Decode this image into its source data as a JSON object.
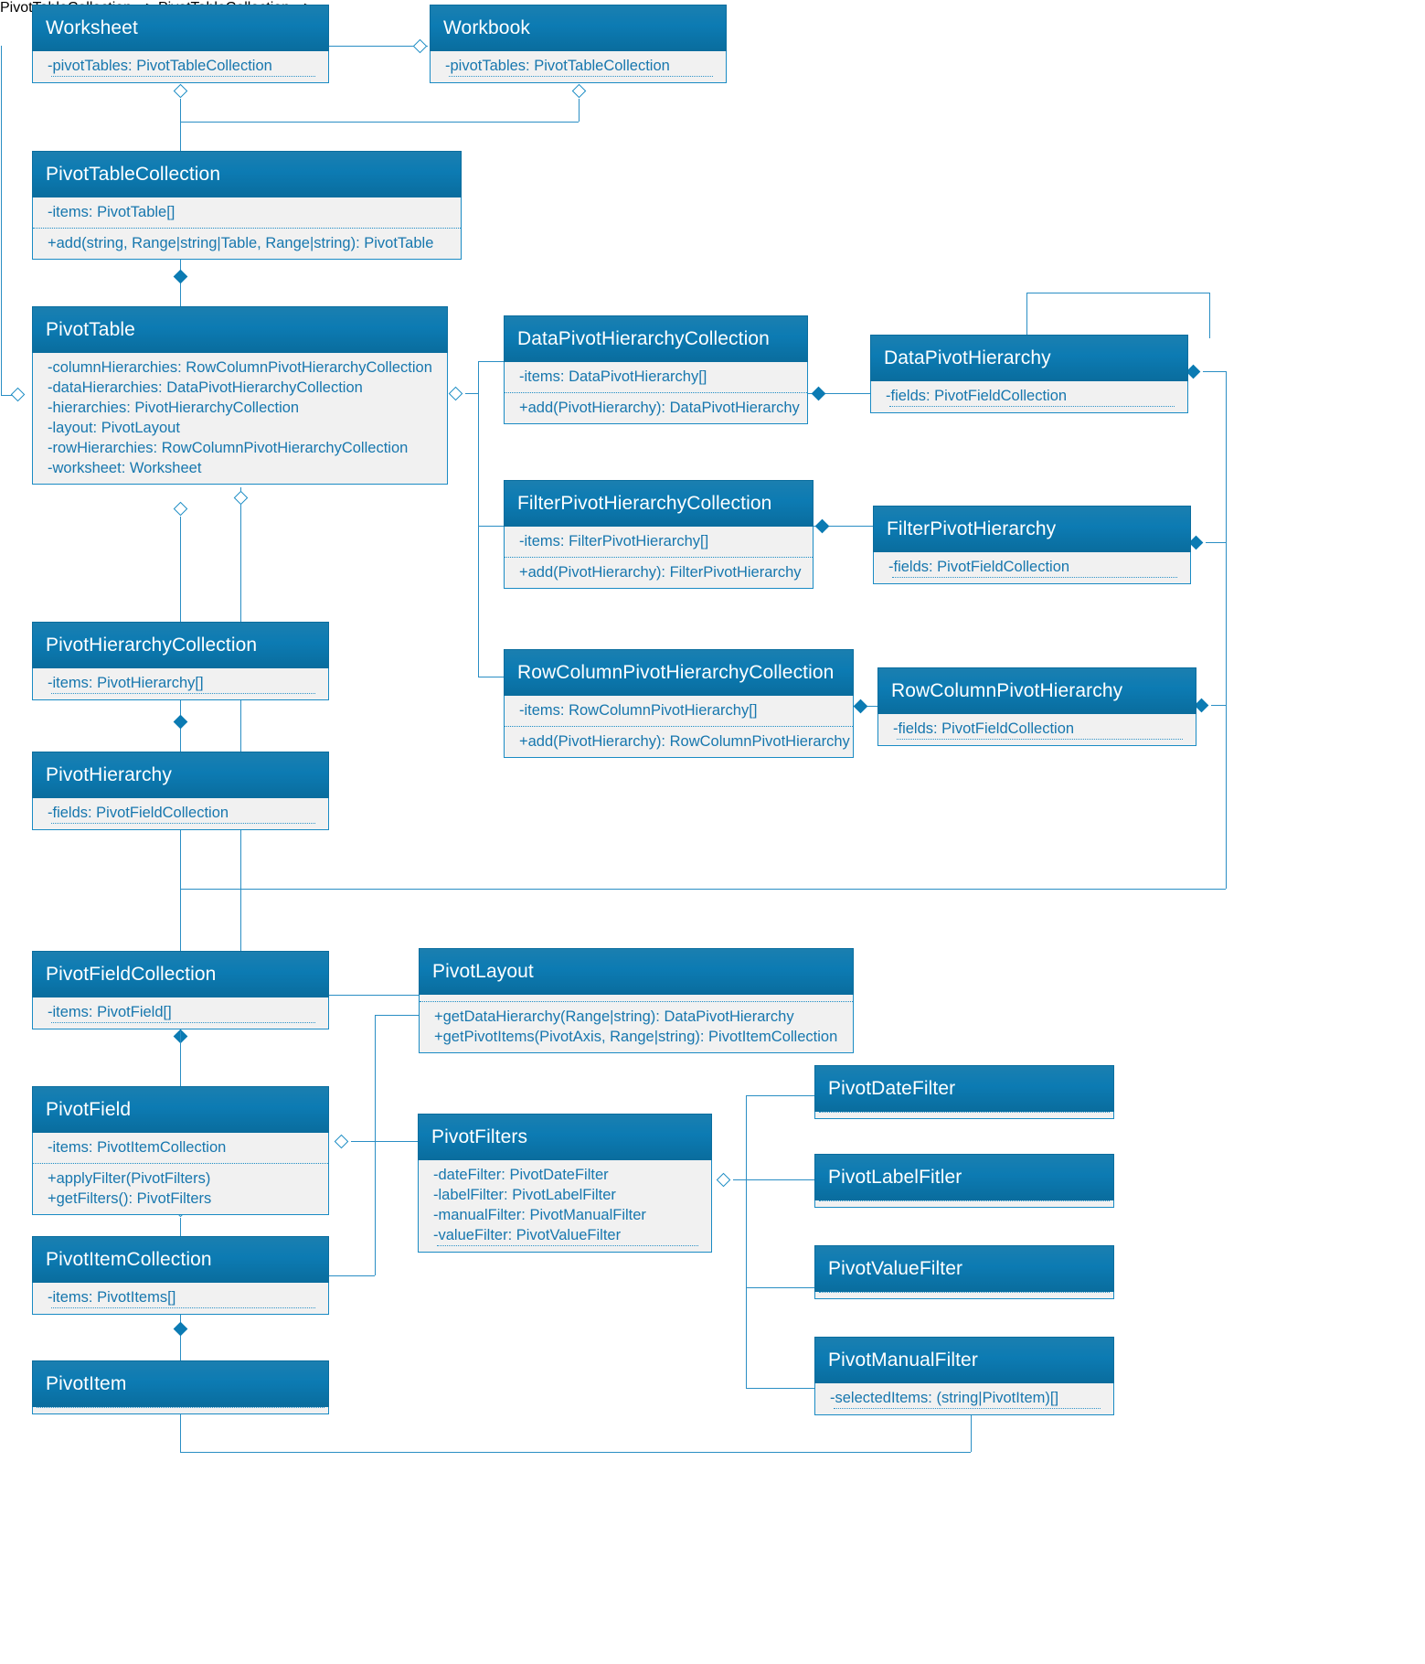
{
  "diagram": {
    "title": "Excel PivotTable API UML class diagram",
    "accent": "#0c7bb3",
    "member_color": "#1777ae",
    "body_color": "#f1f1f1"
  },
  "classes": {
    "worksheet": {
      "name": "Worksheet",
      "attributes": [
        "-pivotTables: PivotTableCollection"
      ],
      "methods": []
    },
    "workbook": {
      "name": "Workbook",
      "attributes": [
        "-pivotTables: PivotTableCollection"
      ],
      "methods": []
    },
    "pivotTableCollection": {
      "name": "PivotTableCollection",
      "attributes": [
        "-items: PivotTable[]"
      ],
      "methods": [
        "+add(string, Range|string|Table, Range|string): PivotTable"
      ]
    },
    "pivotTable": {
      "name": "PivotTable",
      "attributes": [
        "-columnHierarchies: RowColumnPivotHierarchyCollection",
        "-dataHierarchies: DataPivotHierarchyCollection",
        "-hierarchies: PivotHierarchyCollection",
        "-layout: PivotLayout",
        "-rowHierarchies: RowColumnPivotHierarchyCollection",
        "-worksheet: Worksheet"
      ],
      "methods": []
    },
    "dataPivotHierarchyCollection": {
      "name": "DataPivotHierarchyCollection",
      "attributes": [
        "-items: DataPivotHierarchy[]"
      ],
      "methods": [
        "+add(PivotHierarchy): DataPivotHierarchy"
      ]
    },
    "dataPivotHierarchy": {
      "name": "DataPivotHierarchy",
      "attributes": [
        "-fields: PivotFieldCollection"
      ],
      "methods": []
    },
    "filterPivotHierarchyCollection": {
      "name": "FilterPivotHierarchyCollection",
      "attributes": [
        "-items: FilterPivotHierarchy[]"
      ],
      "methods": [
        "+add(PivotHierarchy): FilterPivotHierarchy"
      ]
    },
    "filterPivotHierarchy": {
      "name": "FilterPivotHierarchy",
      "attributes": [
        "-fields: PivotFieldCollection"
      ],
      "methods": []
    },
    "rowColumnPivotHierarchyCollection": {
      "name": "RowColumnPivotHierarchyCollection",
      "attributes": [
        "-items: RowColumnPivotHierarchy[]"
      ],
      "methods": [
        "+add(PivotHierarchy): RowColumnPivotHierarchy"
      ]
    },
    "rowColumnPivotHierarchy": {
      "name": "RowColumnPivotHierarchy",
      "attributes": [
        "-fields: PivotFieldCollection"
      ],
      "methods": []
    },
    "pivotHierarchyCollection": {
      "name": "PivotHierarchyCollection",
      "attributes": [
        "-items: PivotHierarchy[]"
      ],
      "methods": []
    },
    "pivotHierarchy": {
      "name": "PivotHierarchy",
      "attributes": [
        "-fields: PivotFieldCollection"
      ],
      "methods": []
    },
    "pivotFieldCollection": {
      "name": "PivotFieldCollection",
      "attributes": [
        "-items: PivotField[]"
      ],
      "methods": []
    },
    "pivotLayout": {
      "name": "PivotLayout",
      "attributes": [],
      "methods": [
        "+getDataHierarchy(Range|string): DataPivotHierarchy",
        "+getPivotItems(PivotAxis, Range|string): PivotItemCollection"
      ]
    },
    "pivotField": {
      "name": "PivotField",
      "attributes": [
        "-items: PivotItemCollection"
      ],
      "methods": [
        "+applyFilter(PivotFilters)",
        "+getFilters(): PivotFilters"
      ]
    },
    "pivotFilters": {
      "name": "PivotFilters",
      "attributes": [
        "-dateFilter: PivotDateFilter",
        "-labelFilter: PivotLabelFilter",
        "-manualFilter: PivotManualFilter",
        "-valueFilter: PivotValueFilter"
      ],
      "methods": []
    },
    "pivotItemCollection": {
      "name": "PivotItemCollection",
      "attributes": [
        "-items: PivotItems[]"
      ],
      "methods": []
    },
    "pivotItem": {
      "name": "PivotItem",
      "attributes": [],
      "methods": []
    },
    "pivotDateFilter": {
      "name": "PivotDateFilter",
      "attributes": [],
      "methods": []
    },
    "pivotLabelFilter": {
      "name": "PivotLabelFitler",
      "attributes": [],
      "methods": []
    },
    "pivotValueFilter": {
      "name": "PivotValueFilter",
      "attributes": [],
      "methods": []
    },
    "pivotManualFilter": {
      "name": "PivotManualFilter",
      "attributes": [
        "-selectedItems: (string|PivotItem)[]"
      ],
      "methods": []
    }
  }
}
